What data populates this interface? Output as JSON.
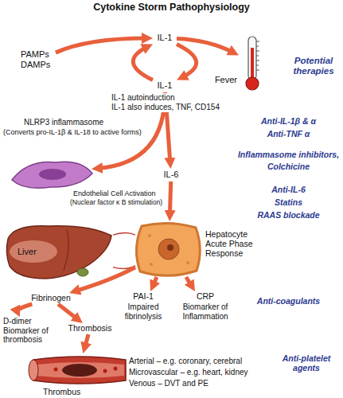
{
  "diagram": {
    "title": "Cytokine Storm Pathophysiology",
    "nodes": [
      {
        "text": [
          "PAMPs DAMPs"
        ]
      },
      {
        "text": [
          "IL-1"
        ]
      },
      {
        "text": [
          "IL-1"
        ]
      },
      {
        "text": [
          "Fever"
        ]
      },
      {
        "text": [
          "Endothelial Cell Activation",
          "(Nuclear factor κ B stimulation)"
        ]
      },
      {
        "text": [
          "IL-6"
        ]
      },
      {
        "text": [
          "Liver"
        ]
      },
      {
        "text": [
          "Hepatocyte Acute Phase Response"
        ]
      },
      {
        "text": [
          "Fibrinogen"
        ]
      },
      {
        "text": [
          "PAI-1",
          "Impaired fibrinolysis"
        ]
      },
      {
        "text": [
          "CRP",
          "Biomarker of Inflammation"
        ]
      },
      {
        "text": [
          "D-dimer Biomarker of thrombosis"
        ]
      },
      {
        "text": [
          "Thrombosis"
        ]
      },
      {
        "text": [
          "Thrombus"
        ]
      }
    ],
    "edges": [
      {
        "from": 0,
        "to": 1,
        "arrow": "to"
      },
      {
        "from": 1,
        "to": 2,
        "arrow": "to"
      },
      {
        "from": 2,
        "to": 1,
        "arrow": "to"
      },
      {
        "from": 1,
        "to": 3,
        "arrow": "to"
      },
      {
        "from": 2,
        "to": 5,
        "arrow": "to"
      },
      {
        "from": 2,
        "to": 4,
        "arrow": "to"
      },
      {
        "from": 5,
        "to": 7,
        "arrow": "to"
      },
      {
        "from": 6,
        "to": 7,
        "arrow": "none"
      },
      {
        "from": 6,
        "to": 7,
        "arrow": "none"
      },
      {
        "from": 7,
        "to": 8,
        "arrow": "to"
      },
      {
        "from": 7,
        "to": 9,
        "arrow": "to"
      },
      {
        "from": 7,
        "to": 10,
        "arrow": "to"
      },
      {
        "from": 8,
        "to": 11,
        "arrow": "to"
      },
      {
        "from": 8,
        "to": 12,
        "arrow": "to"
      },
      {
        "from": 12,
        "to": 13,
        "arrow": "to"
      }
    ],
    "labels": [
      "IL-1 autoinduction",
      "IL-1 also induces, TNF, CD154",
      "NLRP3 inflammasome",
      "(Converts pro-IL-1β & IL-18 to active forms)",
      "Potential therapies",
      "Anti-IL-1β & α",
      "Anti-TNF α",
      "Inflammasome inhibitors,",
      "Colchicine",
      "Anti-IL-6",
      "Statins",
      "RAAS blockade",
      "Anti-coagulants",
      "Anti-platelet agents",
      "Arterial – e.g. coronary, cerebral",
      "Microvascular – e.g. heart, kidney",
      "Venous – DVT and PE"
    ]
  }
}
